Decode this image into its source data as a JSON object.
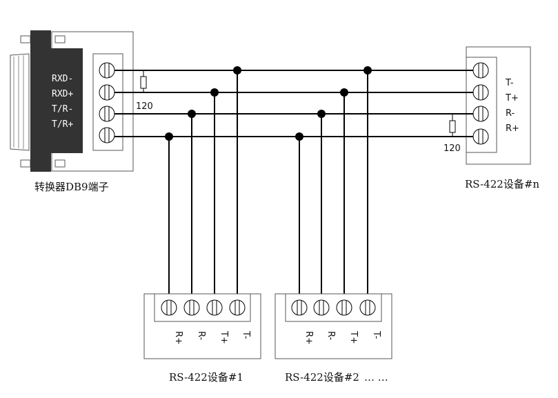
{
  "converter": {
    "label": "转换器DB9端子",
    "pins": [
      "RXD-",
      "RXD+",
      "T/R-",
      "T/R+"
    ],
    "resistor": "120"
  },
  "device_n": {
    "label": "RS-422设备#n",
    "pins": [
      "T-",
      "T+",
      "R-",
      "R+"
    ],
    "resistor": "120"
  },
  "device_1": {
    "label": "RS-422设备#1",
    "pins": [
      "R+",
      "R-",
      "T+",
      "T-"
    ]
  },
  "device_2": {
    "label": "RS-422设备#2",
    "pins": [
      "R+",
      "R-",
      "T+",
      "T-"
    ],
    "ellipsis": "… …"
  }
}
